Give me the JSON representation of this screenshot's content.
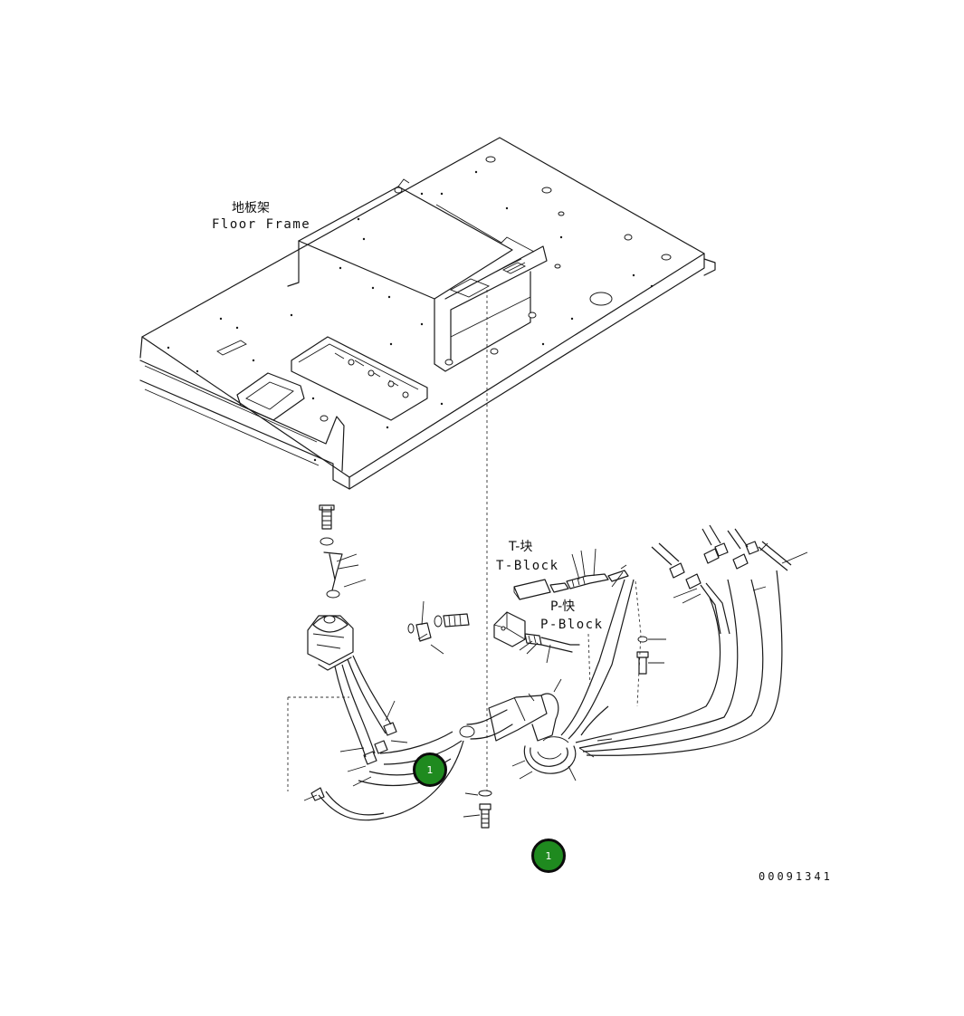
{
  "labels": {
    "floor_frame_cn": "地板架",
    "floor_frame_en": "Floor Frame",
    "t_block_cn": "T-块",
    "t_block_en": "T-Block",
    "p_block_cn": "P-快",
    "p_block_en": "P-Block"
  },
  "callouts": [
    {
      "text": "1"
    },
    {
      "text": "1"
    }
  ],
  "drawing_code": "00091341",
  "colors": {
    "badge_fill": "#1f8a1f",
    "line": "#1a1a1a",
    "background": "#ffffff"
  }
}
